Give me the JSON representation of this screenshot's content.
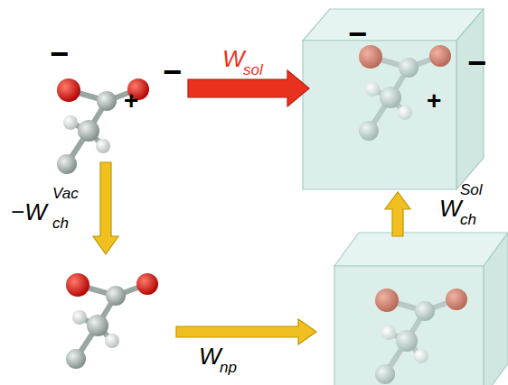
{
  "diagram": {
    "labels": [
      "−",
      "−",
      "+",
      "W",
      "sol",
      "−W",
      "Vac",
      "ch",
      "−",
      "−",
      "+",
      "W",
      "Sol",
      "ch",
      "W",
      "np"
    ]
  }
}
